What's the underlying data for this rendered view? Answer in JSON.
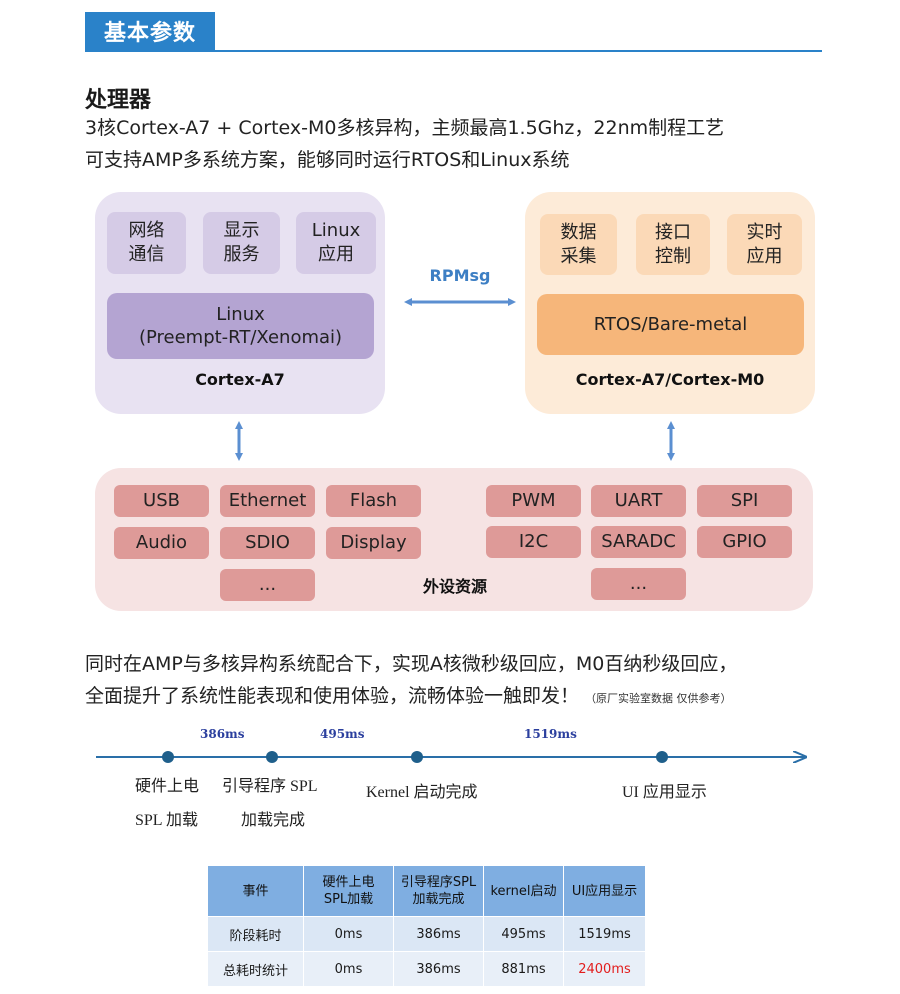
{
  "header": {
    "title": "基本参数"
  },
  "processor": {
    "title": "处理器",
    "line1": "3核Cortex-A7 + Cortex-M0多核异构，主频最高1.5Ghz，22nm制程工艺",
    "line2": "可支持AMP多系统方案，能够同时运行RTOS和Linux系统"
  },
  "diagram": {
    "left": {
      "tiles": [
        {
          "line1": "网络",
          "line2": "通信"
        },
        {
          "line1": "显示",
          "line2": "服务"
        },
        {
          "line1": "Linux",
          "line2": "应用"
        }
      ],
      "core_line1": "Linux",
      "core_line2": "(Preempt-RT/Xenomai)",
      "caption": "Cortex-A7"
    },
    "right": {
      "tiles": [
        {
          "line1": "数据",
          "line2": "采集"
        },
        {
          "line1": "接口",
          "line2": "控制"
        },
        {
          "line1": "实时",
          "line2": "应用"
        }
      ],
      "core": "RTOS/Bare-metal",
      "caption": "Cortex-A7/Cortex-M0"
    },
    "link_label": "RPMsg",
    "peripherals": {
      "caption": "外设资源",
      "left": [
        "USB",
        "Ethernet",
        "Flash",
        "Audio",
        "SDIO",
        "Display",
        "..."
      ],
      "right": [
        "PWM",
        "UART",
        "SPI",
        "I2C",
        "SARADC",
        "GPIO",
        "..."
      ]
    },
    "colors": {
      "left_panel": "#e8e2f2",
      "right_panel": "#fdebd8",
      "bottom_panel": "#f6e3e3",
      "arrow": "#5b8fd1"
    }
  },
  "summary": {
    "line1": "同时在AMP与多核异构系统配合下，实现A核微秒级回应，M0百纳秒级回应，",
    "line2": "全面提升了系统性能表现和使用体验，流畅体验一触即发！",
    "note": "（原厂实验室数据 仅供参考）"
  },
  "timeline": {
    "intervals": [
      "386ms",
      "495ms",
      "1519ms"
    ],
    "events": [
      {
        "line1": "硬件上电",
        "line2": "SPL 加载"
      },
      {
        "line1": "引导程序 SPL",
        "line2": "加载完成"
      },
      {
        "line1": "Kernel 启动完成",
        "line2": ""
      },
      {
        "line1": "UI 应用显示",
        "line2": ""
      }
    ],
    "color": "#2a6fa8"
  },
  "table": {
    "headers": [
      {
        "line1": "事件",
        "line2": ""
      },
      {
        "line1": "硬件上电",
        "line2": "SPL加载"
      },
      {
        "line1": "引导程序SPL",
        "line2": "加载完成"
      },
      {
        "line1": "kernel启动",
        "line2": ""
      },
      {
        "line1": "UI应用显示",
        "line2": ""
      }
    ],
    "rows": [
      [
        "阶段耗时",
        "0ms",
        "386ms",
        "495ms",
        "1519ms"
      ],
      [
        "总耗时统计",
        "0ms",
        "386ms",
        "881ms",
        "2400ms"
      ]
    ],
    "highlight_color": "#e21d1d"
  }
}
